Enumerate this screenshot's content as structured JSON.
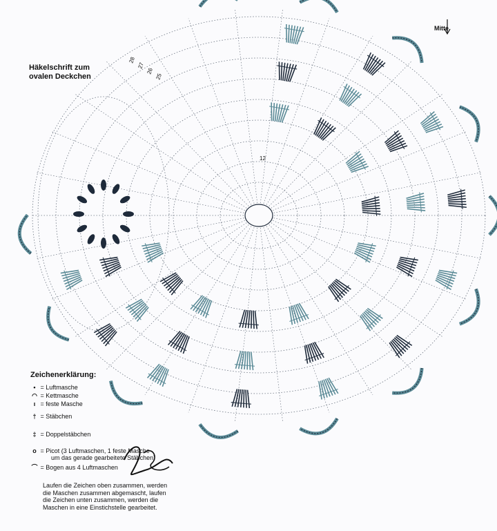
{
  "title": {
    "line1": "Häkelschrift zum",
    "line2": "ovalen Deckchen"
  },
  "direction_marker": {
    "label": "Mitte",
    "icon": "arrow-down-icon"
  },
  "round_numbers": [
    "28",
    "27",
    "26",
    "25",
    "12"
  ],
  "legend": {
    "heading": "Zeichenerklärung:",
    "items": [
      {
        "symbol": "•",
        "icon": "chain-dot-icon",
        "label": "= Luftmasche"
      },
      {
        "symbol": "◠",
        "icon": "slip-stitch-arc-icon",
        "label": "= Kettmasche"
      },
      {
        "symbol": "ı",
        "icon": "single-crochet-icon",
        "label": "= feste Masche"
      },
      {
        "symbol": "†",
        "icon": "double-crochet-icon",
        "label": "= Stäbchen"
      },
      {
        "symbol": "‡",
        "icon": "treble-crochet-icon",
        "label": "= Doppelstäbchen"
      },
      {
        "symbol": "ᴏ",
        "icon": "picot-icon",
        "label": "= Picot (3 Luftmaschen, 1 feste Masche",
        "label_cont": "um das gerade gearbeitete Stäbchen)"
      },
      {
        "symbol": "⌒",
        "icon": "chain-arch-icon",
        "label": "= Bogen aus 4 Luftmaschen"
      }
    ]
  },
  "note": {
    "lines": [
      "Laufen die Zeichen oben zusammen, werden",
      "die Maschen zusammen abgemascht, laufen",
      "die Zeichen unten zusammen, werden die",
      "Maschen in eine Einstichstelle gearbeitet."
    ]
  },
  "colors": {
    "stitch_dark": "#1e2a3a",
    "stitch_teal": "#5a8a96",
    "chain_line": "#6b7480",
    "paper": "#fbfbfd"
  }
}
